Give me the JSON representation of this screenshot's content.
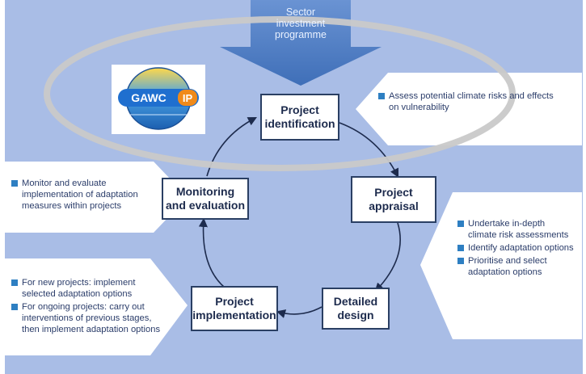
{
  "sector_arrow": {
    "label": "Sector\ninvestment\nprogramme"
  },
  "logo": {
    "text": "GAWCIP"
  },
  "cycle": {
    "identification": "Project\nidentification",
    "appraisal": "Project\nappraisal",
    "design": "Detailed\ndesign",
    "implementation": "Project\nimplementation",
    "monitoring": "Monitoring\nand evaluation"
  },
  "notes": {
    "top_right": [
      "Assess potential climate risks and effects\non vulnerability"
    ],
    "left_monitor": [
      "Monitor and evaluate\nimplementation of adaptation\nmeasures within projects"
    ],
    "right_design": [
      "Undertake in-depth\nclimate risk assessments",
      "Identify adaptation options",
      "Prioritise and select\nadaptation options"
    ],
    "left_implement": [
      "For new projects: implement\nselected adaptation options",
      "For ongoing projects: carry out\ninterventions of previous stages,\nthen implement adaptation options"
    ]
  },
  "colors": {
    "background": "#a9bde6",
    "box_border": "#2a3f63",
    "bullet": "#2e7fc2",
    "arrow": "#4f7fc6",
    "ring": "#c9c9c9"
  }
}
